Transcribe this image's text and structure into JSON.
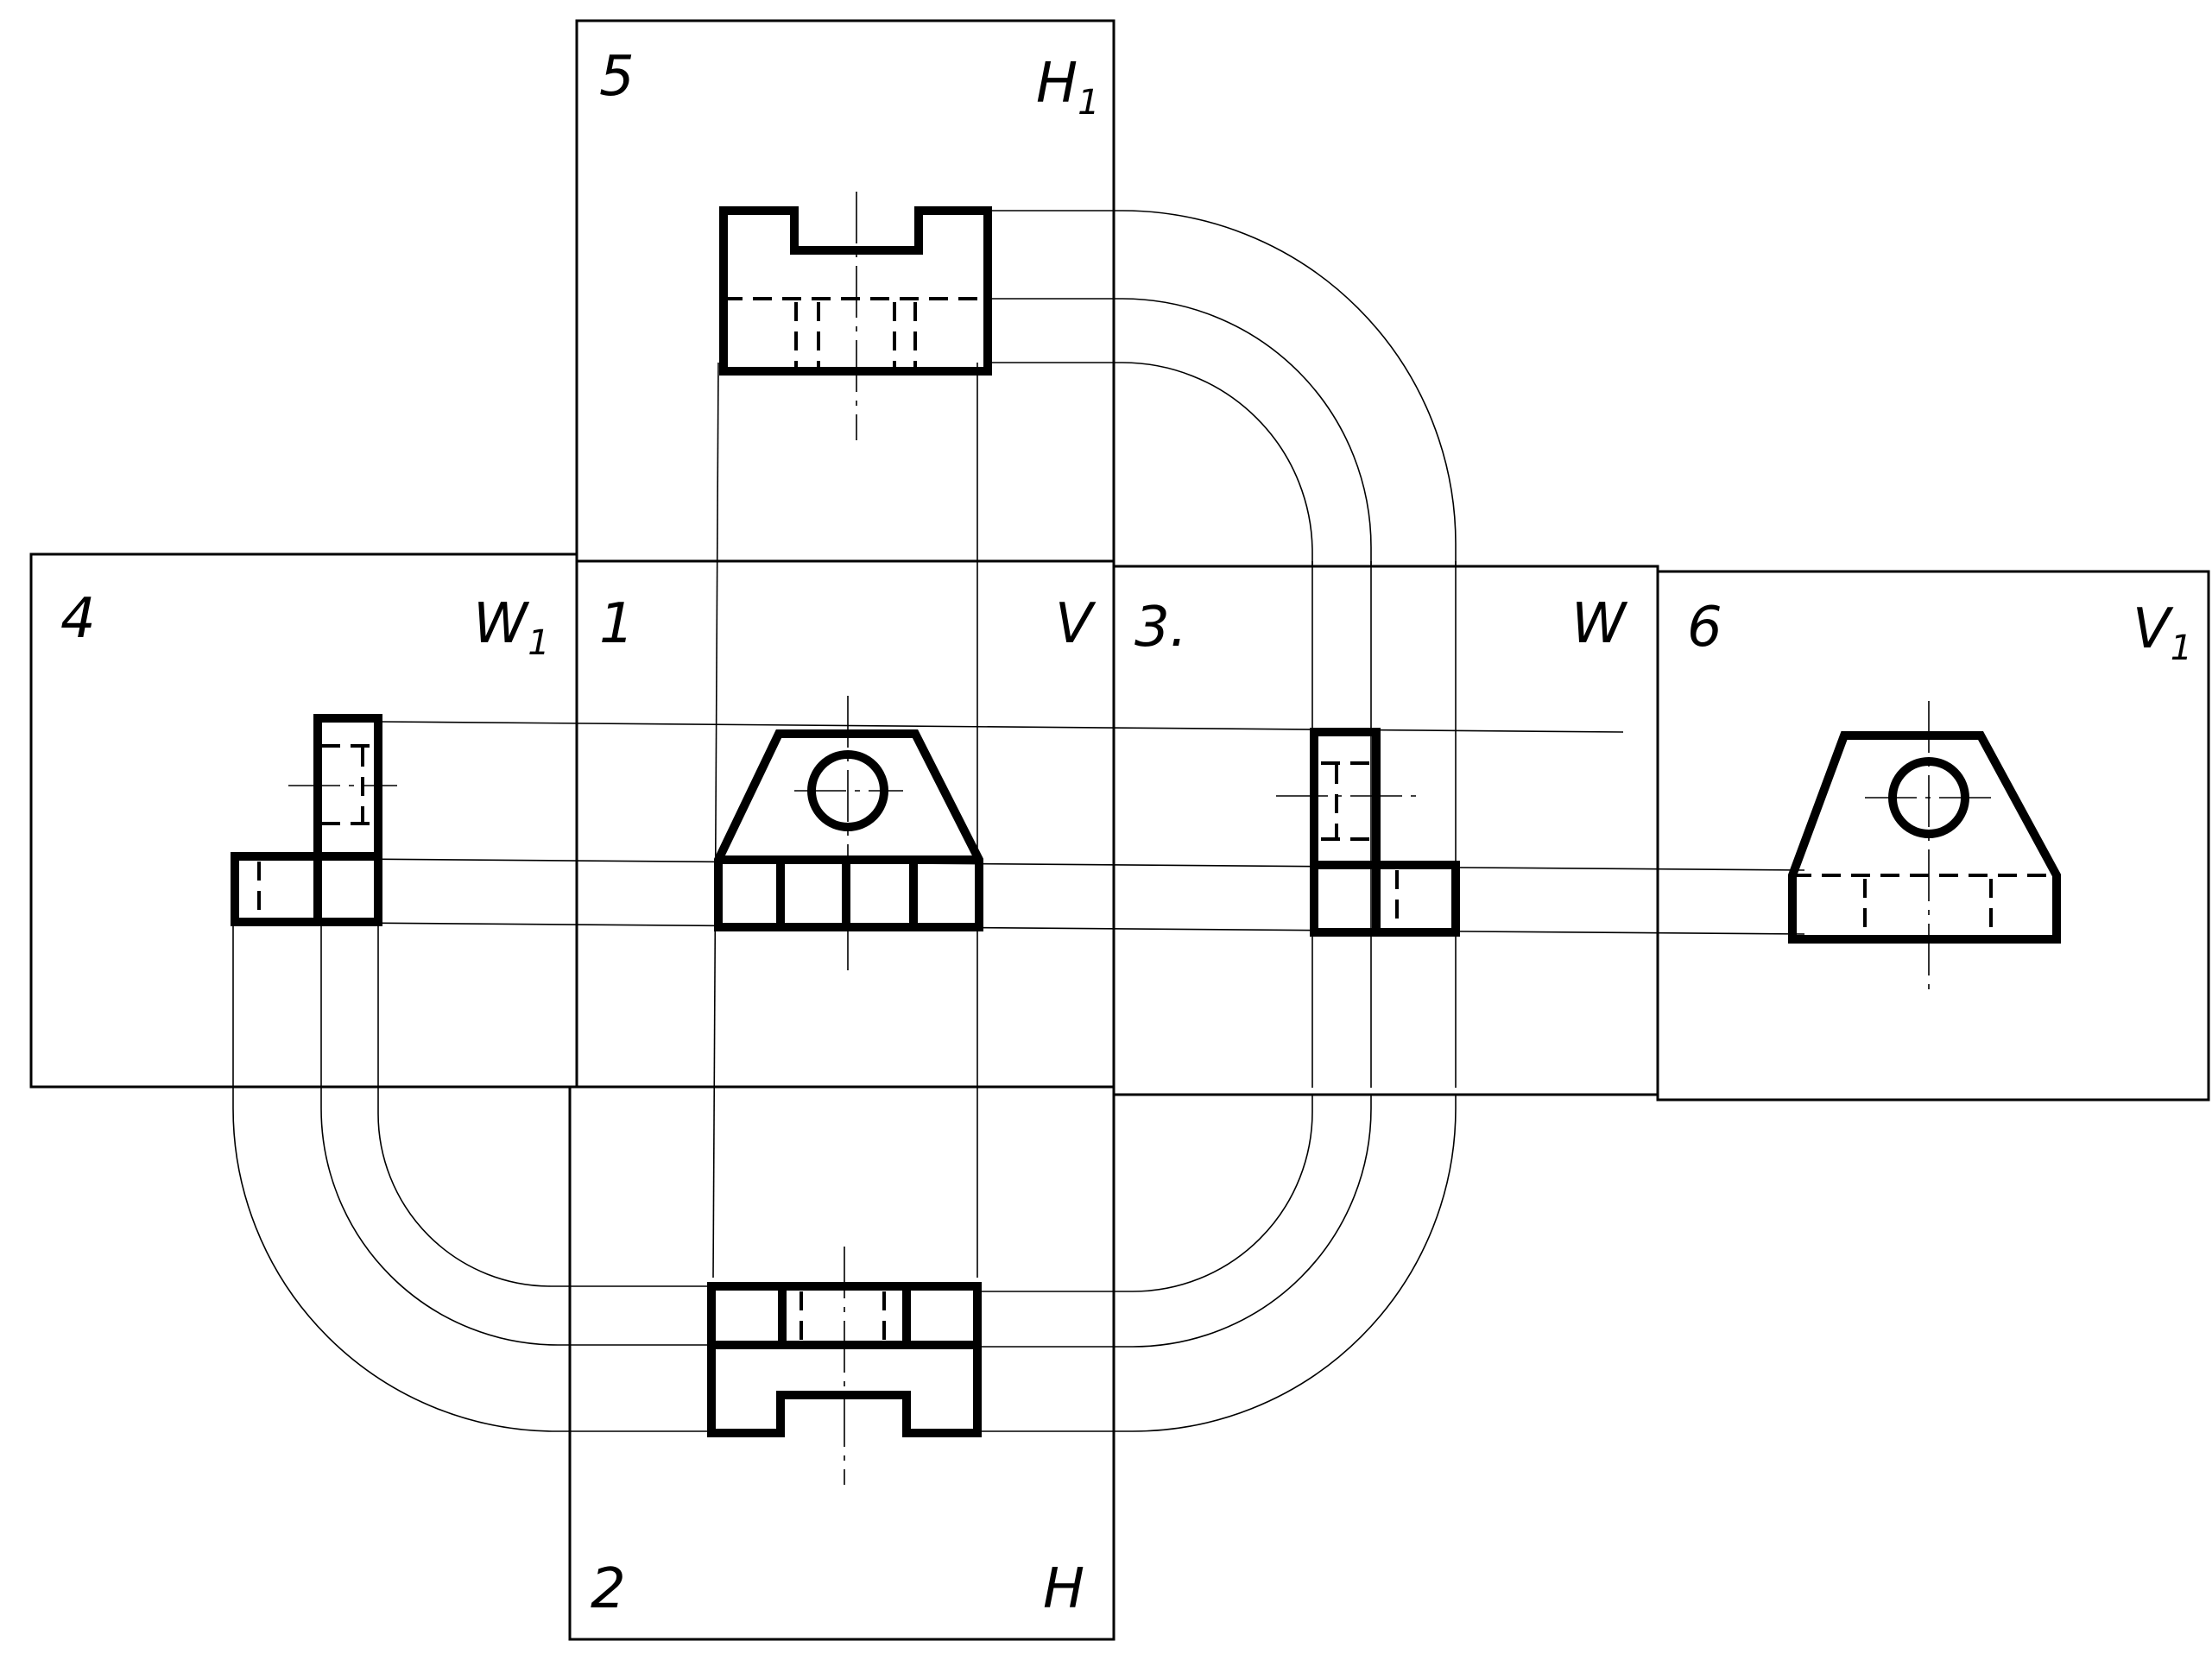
{
  "panels": [
    {
      "id": "p1",
      "number": "1",
      "plane": "V",
      "plane_sub": ""
    },
    {
      "id": "p2",
      "number": "2",
      "plane": "H",
      "plane_sub": ""
    },
    {
      "id": "p3",
      "number": "3.",
      "plane": "W",
      "plane_sub": ""
    },
    {
      "id": "p4",
      "number": "4",
      "plane": "W",
      "plane_sub": "1"
    },
    {
      "id": "p5",
      "number": "5",
      "plane": "H",
      "plane_sub": "1"
    },
    {
      "id": "p6",
      "number": "6",
      "plane": "V",
      "plane_sub": "1"
    }
  ],
  "views": [
    {
      "panel": "1",
      "name": "front-view",
      "shape": "trapezoid-with-hole"
    },
    {
      "panel": "2",
      "name": "top-view",
      "shape": "base-with-notch"
    },
    {
      "panel": "3.",
      "name": "left-side-view",
      "shape": "l-profile"
    },
    {
      "panel": "4",
      "name": "right-side-view",
      "shape": "l-profile-mirrored"
    },
    {
      "panel": "5",
      "name": "bottom-view",
      "shape": "base-with-notch"
    },
    {
      "panel": "6",
      "name": "rear-view",
      "shape": "trapezoid-with-hole"
    }
  ]
}
